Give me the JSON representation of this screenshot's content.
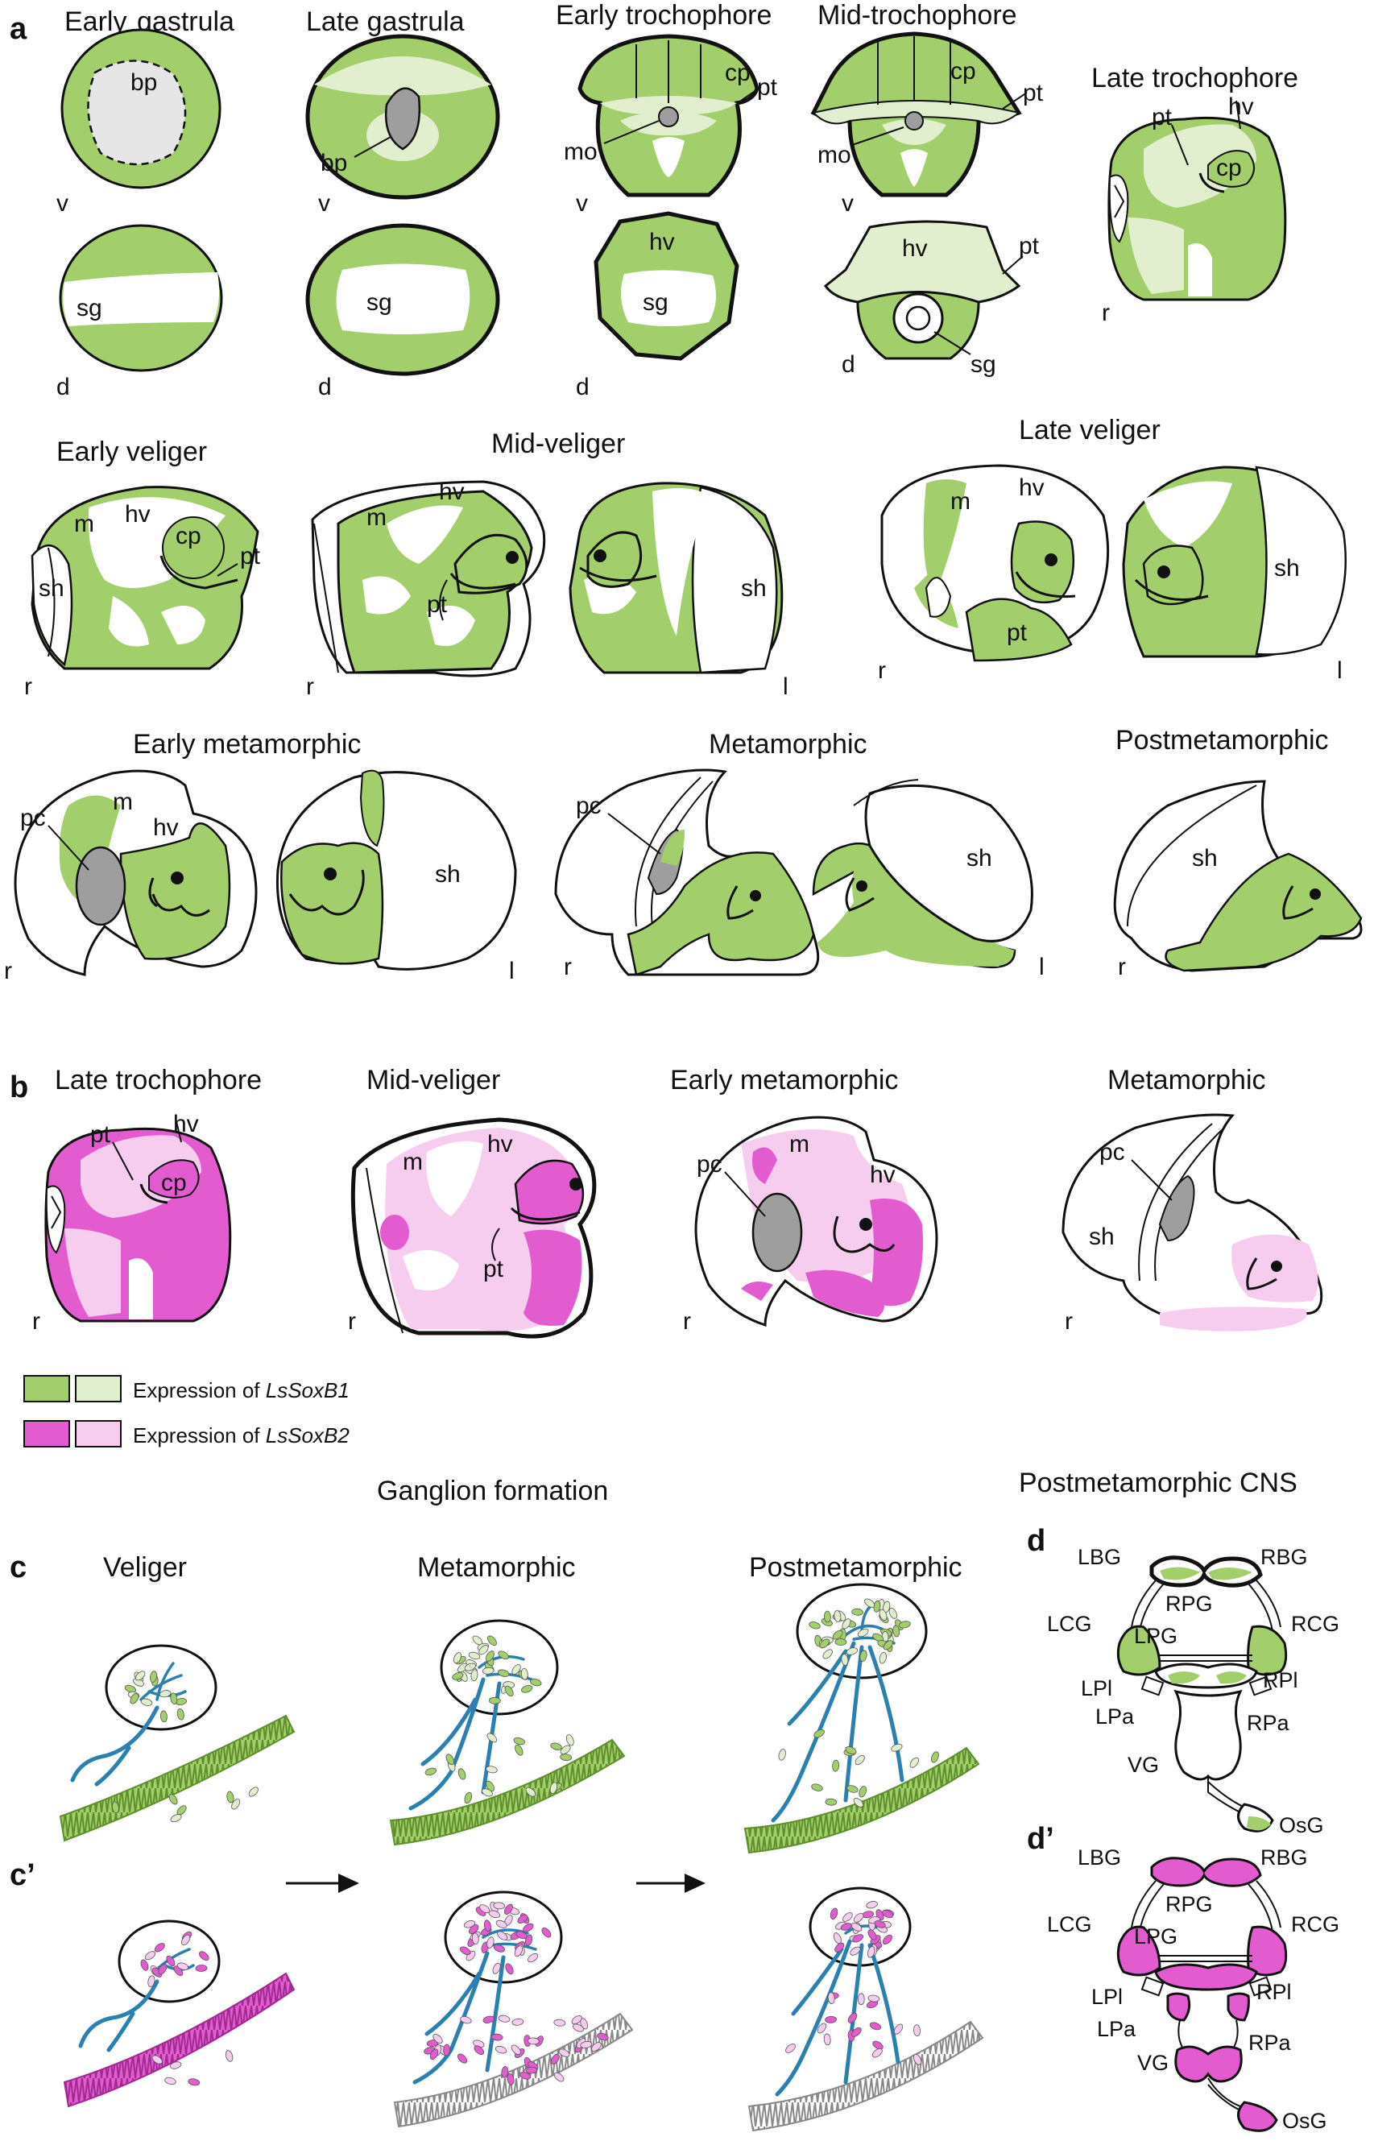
{
  "colors": {
    "sox1_strong": "#a3ce6c",
    "sox1_weak": "#e2efcf",
    "sox2_strong": "#e25ccf",
    "sox2_weak": "#f6cdef",
    "gray": "#9e9e9e",
    "nerve": "#2a80b0"
  },
  "panels": {
    "a": "a",
    "b": "b",
    "c": "c",
    "c2": "c’",
    "d": "d",
    "d2": "d’"
  },
  "titles": {
    "early_gastrula_1": "Early",
    "early_gastrula_2": "gastrula",
    "late_gastrula": "Late gastrula",
    "early_trochophore": "Early trochophore",
    "mid_trochophore": "Mid-trochophore",
    "late_trochophore": "Late trochophore",
    "early_veliger": "Early veliger",
    "mid_veliger": "Mid-veliger",
    "late_veliger": "Late veliger",
    "early_metamorphic": "Early metamorphic",
    "metamorphic": "Metamorphic",
    "postmetamorphic": "Postmetamorphic",
    "b_late_trochophore": "Late trochophore",
    "b_mid_veliger": "Mid-veliger",
    "b_early_metamorphic": "Early metamorphic",
    "b_metamorphic": "Metamorphic",
    "ganglion_formation": "Ganglion formation",
    "postmetamorphic_cns": "Postmetamorphic CNS",
    "c_veliger": "Veliger",
    "c_metamorphic": "Metamorphic",
    "c_postmetamorphic": "Postmetamorphic"
  },
  "labels": {
    "bp": "bp",
    "sg": "sg",
    "cp": "cp",
    "pt": "pt",
    "mo": "mo",
    "hv": "hv",
    "m": "m",
    "sh": "sh",
    "pc": "pc"
  },
  "axes": {
    "v": "v",
    "d": "d",
    "r": "r",
    "l": "l"
  },
  "legend": {
    "sox1_prefix": "Expression of ",
    "sox1_gene": "LsSoxB1",
    "sox2_prefix": "Expression of ",
    "sox2_gene": "LsSoxB2"
  },
  "cns": {
    "LBG": "LBG",
    "RBG": "RBG",
    "LCG": "LCG",
    "RCG": "RCG",
    "RPG": "RPG",
    "LPG": "LPG",
    "LPl": "LPl",
    "RPl": "RPl",
    "LPa": "LPa",
    "RPa": "RPa",
    "VG": "VG",
    "OsG": "OsG"
  }
}
